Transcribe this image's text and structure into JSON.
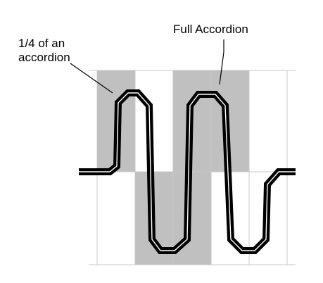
{
  "labels": {
    "quarter_line1": "1/4 of an",
    "quarter_line2": "accordion",
    "full": "Full Accordion"
  },
  "colors": {
    "background": "#ffffff",
    "grid": "#c8c8c8",
    "shade": "#c0c0c0",
    "trace": "#000000",
    "trace_core": "#ffffff",
    "callout": "#000000"
  }
}
